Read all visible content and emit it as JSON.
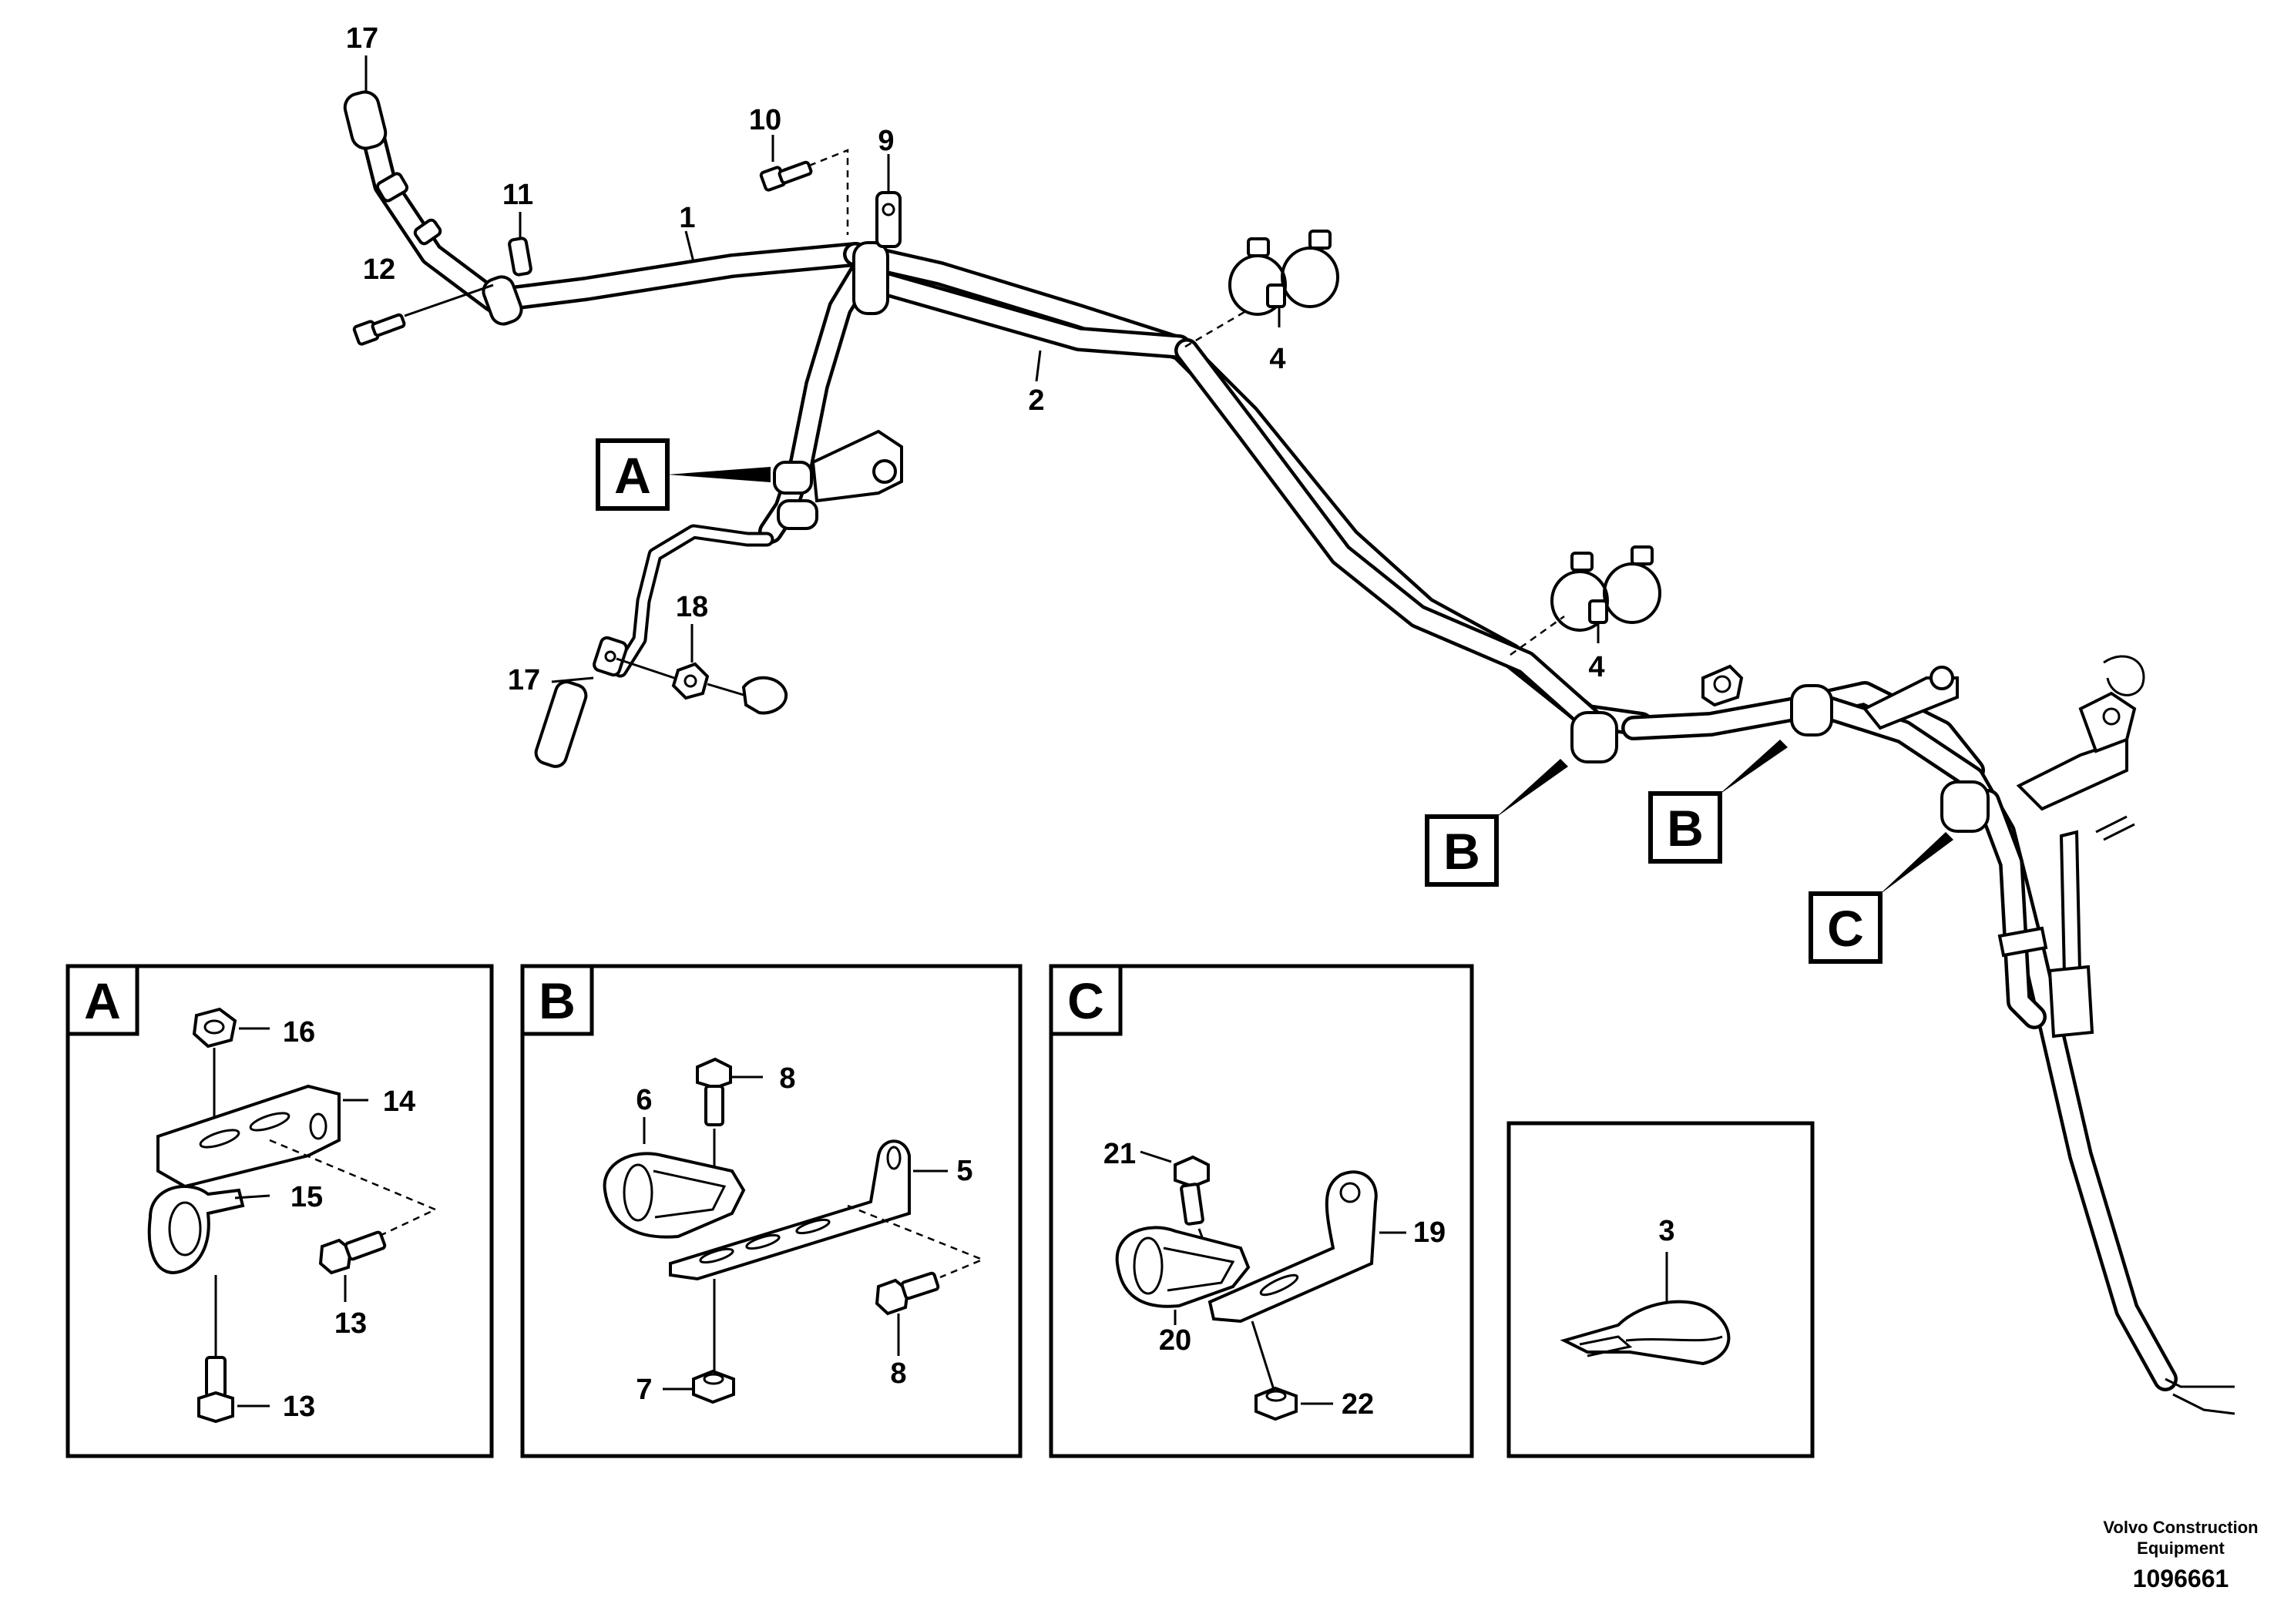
{
  "labels": {
    "p1": "1",
    "p2": "2",
    "p3": "3",
    "p4a": "4",
    "p4b": "4",
    "p5": "5",
    "p6": "6",
    "p7": "7",
    "p8a": "8",
    "p8b": "8",
    "p9": "9",
    "p10": "10",
    "p11": "11",
    "p12": "12",
    "p13a": "13",
    "p13b": "13",
    "p14": "14",
    "p15": "15",
    "p16": "16",
    "p17a": "17",
    "p17b": "17",
    "p18": "18",
    "p19": "19",
    "p20": "20",
    "p21": "21",
    "p22": "22"
  },
  "callouts": {
    "A": "A",
    "B1": "B",
    "B2": "B",
    "C": "C"
  },
  "detail_titles": {
    "A": "A",
    "B": "B",
    "C": "C"
  },
  "footer": {
    "company_line1": "Volvo Construction",
    "company_line2": "Equipment",
    "figure_id": "1096661"
  }
}
